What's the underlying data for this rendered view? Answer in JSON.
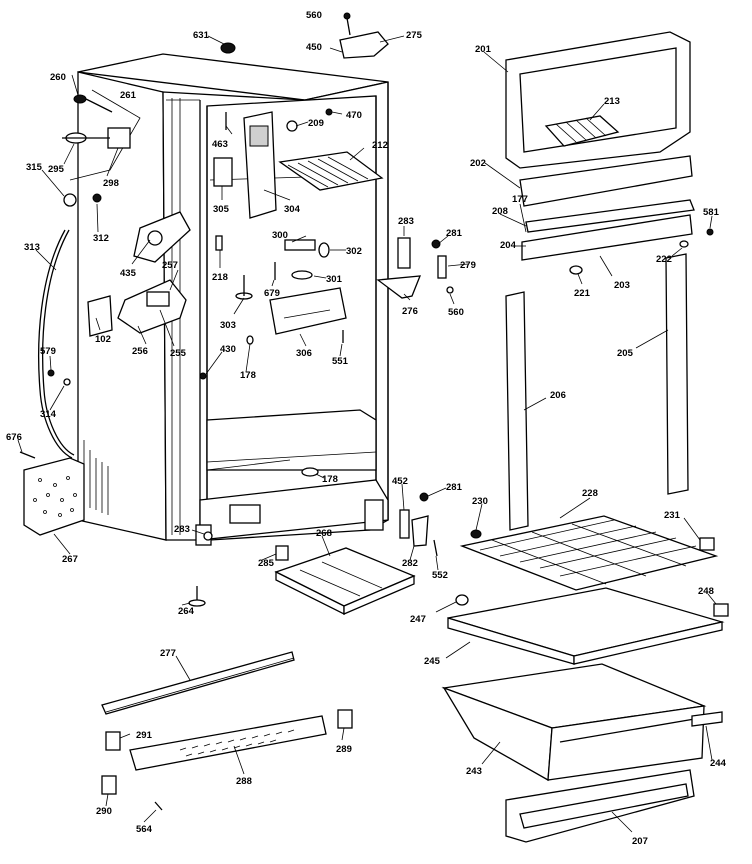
{
  "figure": {
    "parts": [
      {
        "num": "631"
      },
      {
        "num": "560"
      },
      {
        "num": "450"
      },
      {
        "num": "275"
      },
      {
        "num": "201"
      },
      {
        "num": "260"
      },
      {
        "num": "261"
      },
      {
        "num": "463"
      },
      {
        "num": "209"
      },
      {
        "num": "470"
      },
      {
        "num": "213"
      },
      {
        "num": "295"
      },
      {
        "num": "298"
      },
      {
        "num": "212"
      },
      {
        "num": "202"
      },
      {
        "num": "315"
      },
      {
        "num": "305"
      },
      {
        "num": "304"
      },
      {
        "num": "208"
      },
      {
        "num": "177"
      },
      {
        "num": "581"
      },
      {
        "num": "312"
      },
      {
        "num": "283"
      },
      {
        "num": "281"
      },
      {
        "num": "313"
      },
      {
        "num": "300"
      },
      {
        "num": "302"
      },
      {
        "num": "204"
      },
      {
        "num": "222"
      },
      {
        "num": "435"
      },
      {
        "num": "257"
      },
      {
        "num": "218"
      },
      {
        "num": "279"
      },
      {
        "num": "203"
      },
      {
        "num": "301"
      },
      {
        "num": "679"
      },
      {
        "num": "221"
      },
      {
        "num": "276"
      },
      {
        "num": "560"
      },
      {
        "num": "303"
      },
      {
        "num": "102"
      },
      {
        "num": "256"
      },
      {
        "num": "255"
      },
      {
        "num": "306"
      },
      {
        "num": "551"
      },
      {
        "num": "430"
      },
      {
        "num": "205"
      },
      {
        "num": "579"
      },
      {
        "num": "178"
      },
      {
        "num": "206"
      },
      {
        "num": "314"
      },
      {
        "num": "676"
      },
      {
        "num": "178"
      },
      {
        "num": "452"
      },
      {
        "num": "281"
      },
      {
        "num": "228"
      },
      {
        "num": "230"
      },
      {
        "num": "231"
      },
      {
        "num": "283"
      },
      {
        "num": "268"
      },
      {
        "num": "267"
      },
      {
        "num": "285"
      },
      {
        "num": "282"
      },
      {
        "num": "552"
      },
      {
        "num": "264"
      },
      {
        "num": "247"
      },
      {
        "num": "248"
      },
      {
        "num": "245"
      },
      {
        "num": "277"
      },
      {
        "num": "291"
      },
      {
        "num": "289"
      },
      {
        "num": "243"
      },
      {
        "num": "244"
      },
      {
        "num": "288"
      },
      {
        "num": "290"
      },
      {
        "num": "564"
      },
      {
        "num": "207"
      }
    ]
  }
}
